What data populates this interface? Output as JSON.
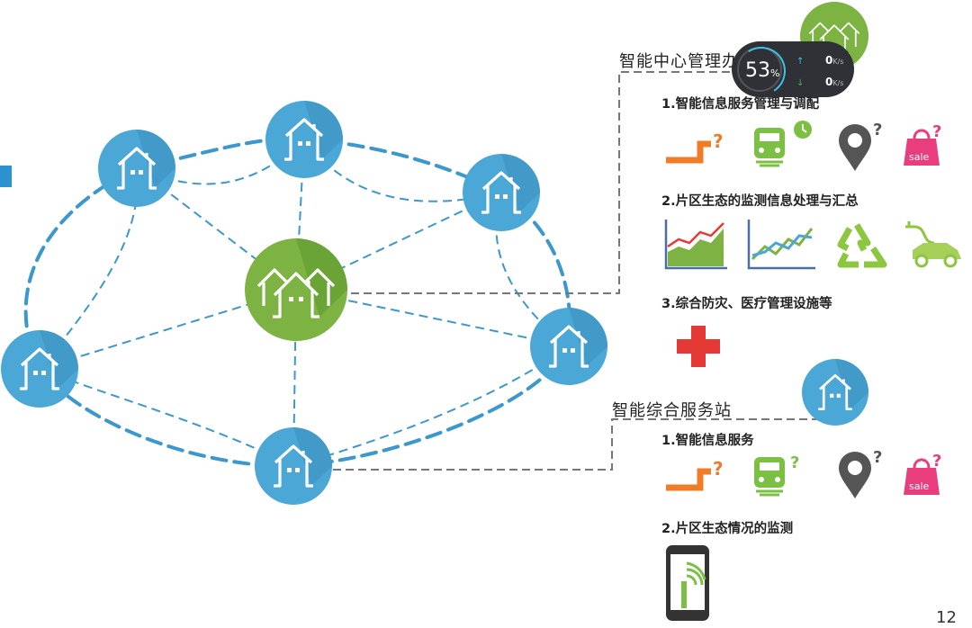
{
  "colors": {
    "blue_node": "#4aa7d6",
    "blue_node_dark": "#3b8fbd",
    "green_node": "#7cb342",
    "green_node_dark": "#5f9a2e",
    "dash_blue": "#3a98cc",
    "dash_gray": "#777777",
    "orange": "#f07c27",
    "green_icon": "#7cc043",
    "gray_icon": "#555555",
    "pink_sale": "#e93d7e",
    "red_cross": "#e53935"
  },
  "center_office": {
    "title": "智能中心管理办公室",
    "items": [
      "1.智能信息服务管理与调配",
      "2.片区生态的监测信息处理与汇总",
      "3.综合防灾、医疗管理设施等"
    ],
    "sale_text": "sale"
  },
  "service_station": {
    "title": "智能综合服务站",
    "items": [
      "1.智能信息服务",
      "2.片区生态情况的监测"
    ],
    "sale_text": "sale"
  },
  "speed_widget": {
    "percent": "53",
    "percent_unit": "%",
    "upload_value": "0",
    "download_value": "0",
    "unit": "K/s"
  },
  "page_number": "12"
}
